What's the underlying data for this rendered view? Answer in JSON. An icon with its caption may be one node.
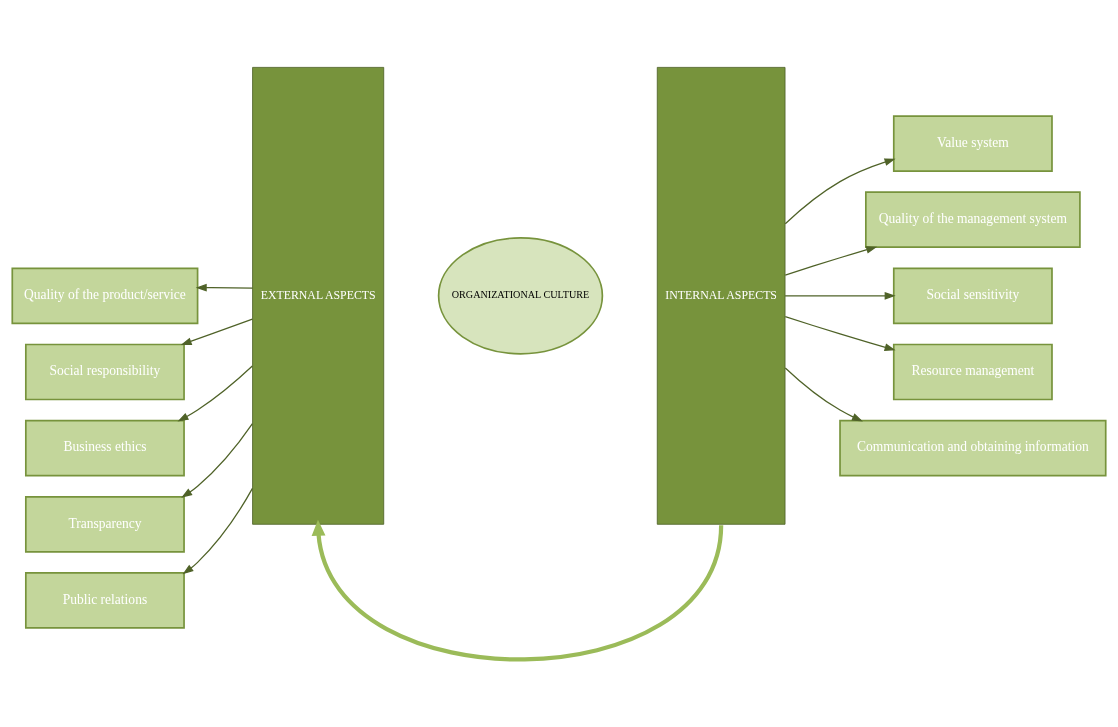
{
  "diagram": {
    "nodes": [
      {
        "text": [
          "Quality of the product/service"
        ]
      },
      {
        "text": [
          "Social responsibility"
        ]
      },
      {
        "text": [
          "Business ethics"
        ]
      },
      {
        "text": [
          "Transparency"
        ]
      },
      {
        "text": [
          "Public relations"
        ]
      },
      {
        "text": [
          "EXTERNAL ASPECTS"
        ]
      },
      {
        "text": [
          "ORGANIZATIONAL CULTURE"
        ]
      },
      {
        "text": [
          "INTERNAL ASPECTS"
        ]
      },
      {
        "text": [
          "Value system"
        ]
      },
      {
        "text": [
          "Quality of the management system"
        ]
      },
      {
        "text": [
          "Social sensitivity"
        ]
      },
      {
        "text": [
          "Resource management"
        ]
      },
      {
        "text": [
          "Communication and obtaining information"
        ]
      }
    ],
    "edges": [
      {
        "from": 5,
        "to": 0,
        "arrow": "to"
      },
      {
        "from": 5,
        "to": 1,
        "arrow": "to"
      },
      {
        "from": 5,
        "to": 2,
        "arrow": "to"
      },
      {
        "from": 5,
        "to": 3,
        "arrow": "to"
      },
      {
        "from": 5,
        "to": 4,
        "arrow": "to"
      },
      {
        "from": 7,
        "to": 8,
        "arrow": "to"
      },
      {
        "from": 7,
        "to": 9,
        "arrow": "to"
      },
      {
        "from": 7,
        "to": 10,
        "arrow": "to"
      },
      {
        "from": 7,
        "to": 11,
        "arrow": "to"
      },
      {
        "from": 7,
        "to": 12,
        "arrow": "to"
      },
      {
        "from": 7,
        "to": 5,
        "arrow": "to",
        "style": "thick",
        "color": "#9bbb59"
      }
    ]
  }
}
